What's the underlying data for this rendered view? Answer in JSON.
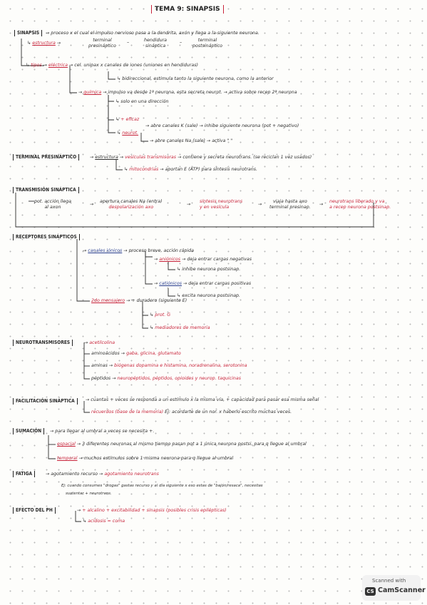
{
  "title": "TEMA 9: SINAPSIS",
  "sinapsis": {
    "header": "SINAPSIS",
    "def": "proceso x el cual el impulso nervioso pasa a la dendrita, axón y llega a la siguiente neurona.",
    "estructura": "estructura",
    "terminal_pre_1": "terminal",
    "terminal_pre_2": "presináptico",
    "hendidura_1": "hendidura",
    "hendidura_2": "sináptica",
    "terminal_post_1": "terminal",
    "terminal_post_2": "postsináptico",
    "tipos": "tipos",
    "electrica": "eléctrica",
    "electrica_desc": "cel. unipax x canales de iones (uniones en hendiduras)",
    "bidireccional": "bidireccional, estimula tanto la siguiente neurona, como la anterior",
    "quimica": "química",
    "quimica_desc": "impulso va desde 1ª neurona, esta secreta neurot. → activa sobre recep 2ª neurona",
    "una_direccion": "solo en una dirección",
    "eficaz": "+ eficaz",
    "neurot": "neurot.",
    "abre_k": "abre canales K (sale) → inhibe siguiente neurona (pot + negativo)",
    "abre_na": "abre canales Na (sale) → activa  \"  \""
  },
  "terminal": {
    "header": "TERMINAL PRESINÁPTICO",
    "estructura": "estructura",
    "vesiculas": "vesículas transmisoras",
    "contiene": "contiene y secreta neurotrans. (se reciclan 1 vez usados)",
    "mitocondrias": "mitocondrias",
    "aportan": "aportan E (ATP) para síntesis neurotrans."
  },
  "transmision": {
    "header": "TRANSMISIÓN SINÁPTICA",
    "pot_1": "pot. acción llega",
    "pot_2": "al axon",
    "apertura_1": "apertura canales Na (entra)",
    "apertura_2": "despolarización axo",
    "sintesis_1": "síntesis neurotrans",
    "sintesis_2": "y en vesícula",
    "viaja_1": "viaja hasta axo",
    "viaja_2": "terminal presinap.",
    "neurot_1": "neurotrans liberado y va",
    "neurot_2": "a recep neurona postsinap."
  },
  "receptores": {
    "header": "RECEPTORES SINÁPTICOS",
    "canales": "canales iónicos",
    "proceso": "proceso breve, acción rápida",
    "anionicos": "aniónicos",
    "deja_neg": "deja entrar cargas negativas",
    "inhibe": "inhibe neurona postsinap.",
    "cationicos": "catiónicos",
    "deja_pos": "deja entrar cargas positivas",
    "excita": "excita neurona postsinap.",
    "segundo": "2do mensajero",
    "duradero": "+ duradero (siguiente E)",
    "prot_g": "prot. G",
    "mediadores": "mediadores de memoria"
  },
  "neurotrans": {
    "header": "NEUROTRANSMISORES",
    "acetil": "acetilcolina",
    "aminoacidos": "aminoácidos",
    "gaba": "gaba, glicina, glutamato",
    "aminas": "aminas",
    "biogenas": "biógenas dopamina e histamina, noradrenalina, serotonina",
    "peptidos": "péptidos",
    "neuropeptidos": "neuropéptidos, péptidos, opioides y neurop. taquicinas"
  },
  "facilitacion": {
    "header": "FACILITACIÓN SINÁPTICA",
    "desc": "cuantas + veces se responda a un estímulo x la misma vía, + capacidad para pasar esa misma señal",
    "recuerdos": "recuerdos (base de la memoria)",
    "ej": "Ej: acordarte de un nor. x haberlo escrito muchas veces."
  },
  "sumacion": {
    "header": "SUMACIÓN",
    "desc": "para llegar al umbral a veces se necesita +.",
    "espacial": "espacial",
    "espacial_desc": "3 diferentes neuronas al mismo tiempo pasan pot a 1 única neurona postsi. para q llegue al umbral",
    "temporal": "temporal",
    "temporal_desc": "muchos estímulos sobre 1 misma neurona para q llegue al umbral"
  },
  "fatiga": {
    "header": "FATIGA",
    "agotamiento": "agotamiento recurso",
    "agot_neuro": "agotamiento neurotrans",
    "ej_1": "Ej: cuando consumes \"drogas\" gastas recurso y al día siguiente x eso estas de \"bajón/resaca\", necesitas",
    "ej_2": "sustentar + neurotrans."
  },
  "ph": {
    "header": "EFECTO DEL PH",
    "alcalino": "+ alcalino + excitabilidad + sinapsis (posibles crisis epilépticas)",
    "acidosis": "acidosis = coma"
  },
  "scanner": {
    "line1": "Scanned with",
    "logo": "CS",
    "line2": "CamScanner"
  }
}
